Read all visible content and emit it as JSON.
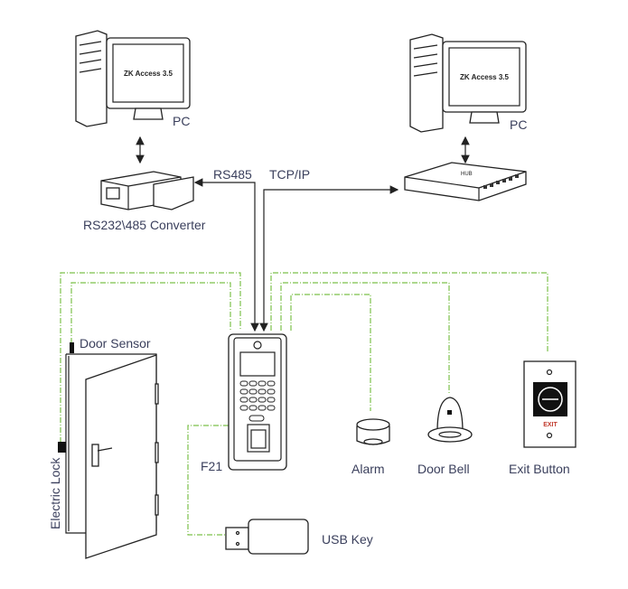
{
  "pcs": [
    {
      "screen_text": "ZK Access 3.5",
      "label": "PC"
    },
    {
      "screen_text": "ZK Access 3.5",
      "label": "PC"
    }
  ],
  "converter": {
    "label": "RS232\\485 Converter"
  },
  "links": {
    "rs485": "RS485",
    "tcpip": "TCP/IP"
  },
  "switch_label_text": "HUB",
  "device": {
    "label": "F21"
  },
  "peripherals": {
    "door_sensor": "Door Sensor",
    "electric_lock": "Electric Lock",
    "alarm": "Alarm",
    "door_bell": "Door Bell",
    "exit_button": "Exit Button",
    "exit_text": "EXIT",
    "usb_key": "USB Key"
  },
  "colors": {
    "wire": "#7cc04a",
    "label": "#3a3f5c",
    "exit_text": "#c0392b"
  }
}
